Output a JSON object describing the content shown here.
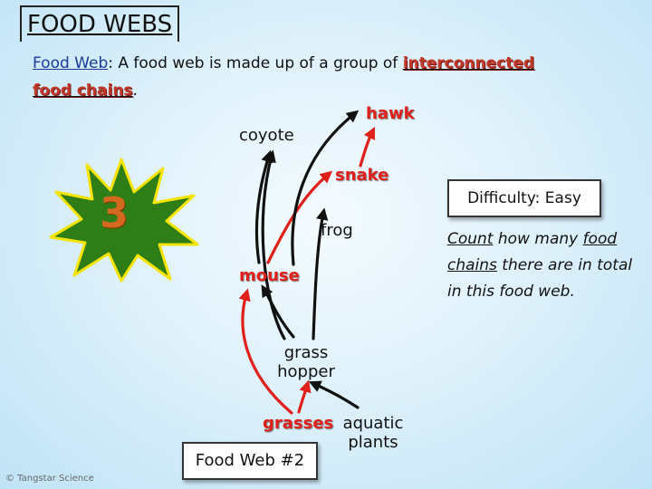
{
  "title": "FOOD WEBS",
  "definition": {
    "term": "Food Web",
    "text": ":  A food web is made up of a group of ",
    "blank1": "interconnected",
    "blank2": "food chains",
    "period": "."
  },
  "badge": {
    "number": "3",
    "colors": {
      "outer": "#2e7d16",
      "inner": "#1f6a10",
      "border": "#f5e300",
      "number": "#d2691e"
    }
  },
  "organisms": {
    "coyote": "coyote",
    "hawk": "hawk",
    "snake": "snake",
    "frog": "frog",
    "mouse": "mouse",
    "grasshopper_line1": "grass",
    "grasshopper_line2": "hopper",
    "grasses": "grasses",
    "aquatic_line1": "aquatic",
    "aquatic_line2": "plants"
  },
  "difficulty": "Difficulty: Easy",
  "instructions": {
    "verb": "Count",
    "part1": " how many ",
    "food_chains": "food chains",
    "part2": " there are in total in this food web."
  },
  "food_web_label": "Food Web #2",
  "copyright": "© Tangstar Science",
  "colors": {
    "highlight": "#e0201a",
    "arrow": "#111111"
  }
}
